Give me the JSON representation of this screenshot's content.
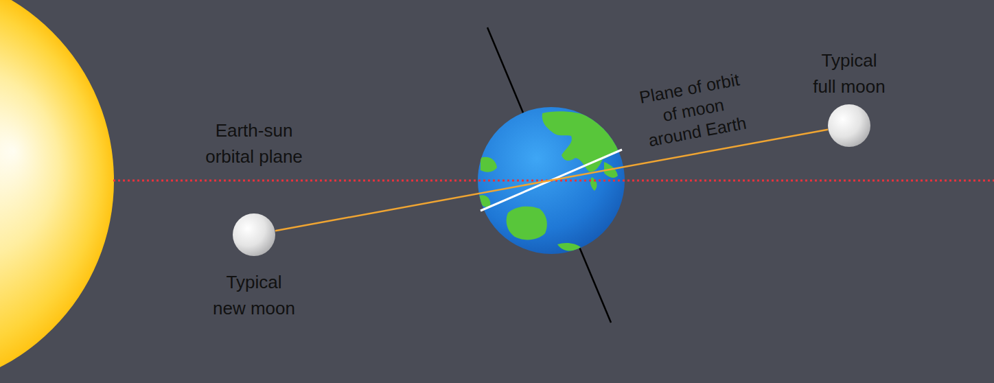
{
  "diagram": {
    "nodes": [
      {
        "text": [
          "Typical full moon"
        ]
      },
      {
        "text": [
          "Typical new moon"
        ]
      }
    ],
    "edges": [
      {
        "from": 1,
        "to": 0,
        "arrow": "none"
      }
    ],
    "labels": [
      "Earth-sun orbital plane",
      "Plane of orbit of moon around Earth"
    ]
  }
}
